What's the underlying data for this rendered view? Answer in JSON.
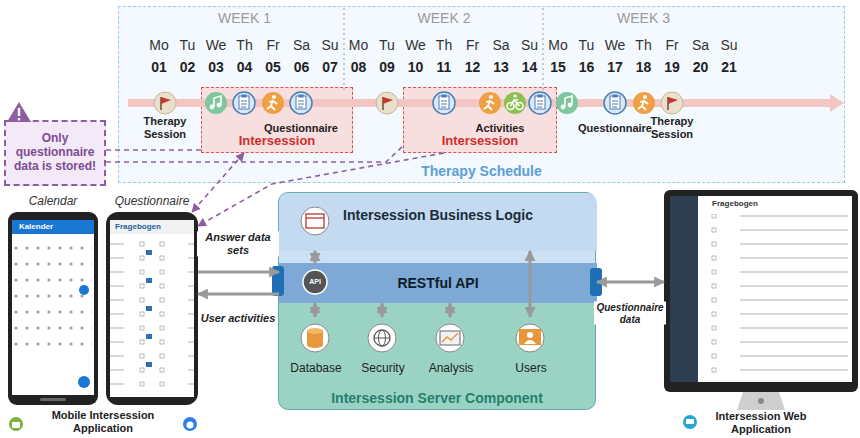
{
  "diagram": {
    "nodes": [
      {
        "text": [
          "Therapy Schedule"
        ]
      },
      {
        "text": [
          "Intersession"
        ],
        "in": 0
      },
      {
        "text": [
          "Intersession"
        ],
        "in": 0
      },
      {
        "text": [
          "Only questionnaire data is stored!"
        ]
      },
      {
        "text": [
          "Calendar"
        ]
      },
      {
        "text": [
          "Questionnaire"
        ]
      },
      {
        "text": [
          "Intersession Server Component"
        ]
      },
      {
        "text": [
          "Intersession Business Logic"
        ],
        "in": 6
      },
      {
        "text": [
          "RESTful API"
        ],
        "in": 6
      },
      {
        "text": [
          "Database"
        ],
        "in": 6
      },
      {
        "text": [
          "Security"
        ],
        "in": 6
      },
      {
        "text": [
          "Analysis"
        ],
        "in": 6
      },
      {
        "text": [
          "Users"
        ],
        "in": 6
      },
      {
        "text": [
          "Intersession Web Application"
        ]
      }
    ],
    "edges": [
      {
        "from": 3,
        "to": 1,
        "arrow": "none"
      },
      {
        "from": 3,
        "to": 2,
        "arrow": "none"
      },
      {
        "from": 1,
        "to": 5,
        "arrow": "both"
      },
      {
        "from": 2,
        "to": 5,
        "arrow": "to"
      },
      {
        "from": 5,
        "to": 8,
        "label": "Answer data sets",
        "arrow": "to"
      },
      {
        "from": 8,
        "to": 5,
        "label": "User activities",
        "arrow": "to"
      },
      {
        "from": 8,
        "to": 13,
        "label": "Questionnaire data",
        "arrow": "both"
      },
      {
        "from": 7,
        "to": 8,
        "arrow": "both"
      },
      {
        "from": 8,
        "to": 9,
        "arrow": "both"
      },
      {
        "from": 8,
        "to": 10,
        "arrow": "both"
      },
      {
        "from": 8,
        "to": 11,
        "arrow": "both"
      },
      {
        "from": 7,
        "to": 12,
        "arrow": "both"
      }
    ],
    "labels": [
      "WEEK 1",
      "WEEK 2",
      "WEEK 3",
      "Mo",
      "Tu",
      "We",
      "Th",
      "Fr",
      "Sa",
      "Su",
      "Mo",
      "Tu",
      "We",
      "Th",
      "Fr",
      "Sa",
      "Su",
      "Mo",
      "Tu",
      "We",
      "Th",
      "Fr",
      "Sa",
      "Su",
      "01",
      "02",
      "03",
      "04",
      "05",
      "06",
      "07",
      "08",
      "09",
      "10",
      "11",
      "12",
      "13",
      "14",
      "15",
      "16",
      "17",
      "18",
      "19",
      "20",
      "21",
      "Therapy Session",
      "Therapy Session",
      "Questionnaire",
      "Activities",
      "Questionnaire",
      "Mobile Intersession Application",
      "Kalender",
      "Fragebogen",
      "Fragebogen",
      "API"
    ]
  }
}
